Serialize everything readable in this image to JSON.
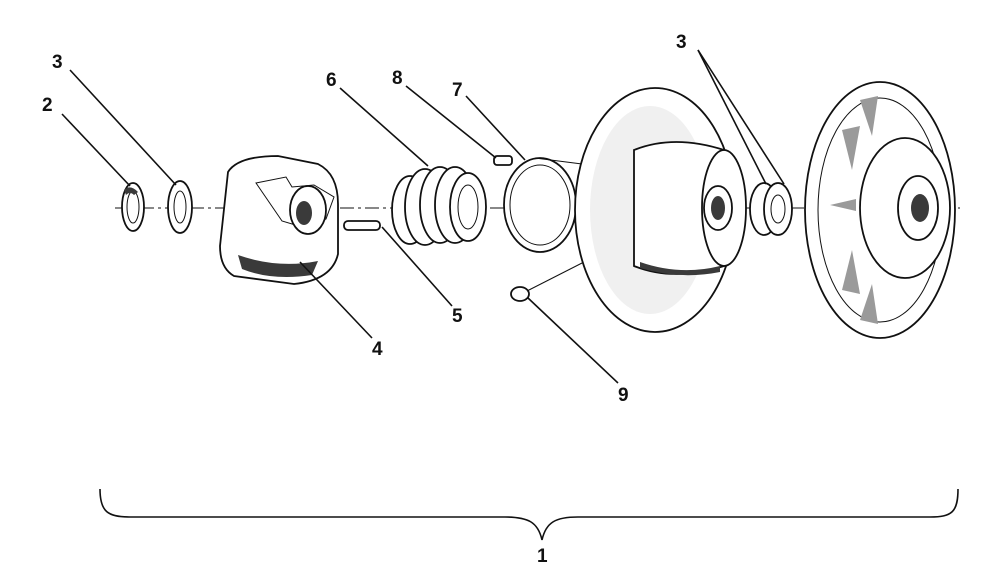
{
  "callouts": {
    "assembly": "1",
    "snap_ring": "2",
    "washer_left": "3",
    "washers_right": "3",
    "cam": "4",
    "roll_pin": "5",
    "spring": "6",
    "bushing_ring": "7",
    "screw": "8",
    "button": "9"
  },
  "colors": {
    "ink": "#111111",
    "paper": "#ffffff"
  }
}
